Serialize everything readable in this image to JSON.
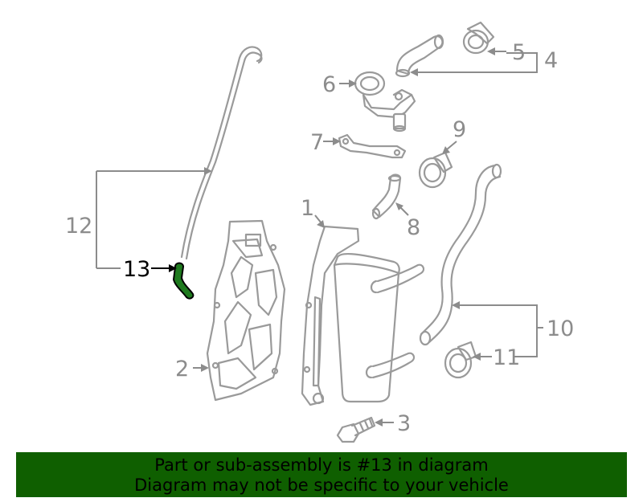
{
  "callouts": {
    "c1": "1",
    "c2": "2",
    "c3": "3",
    "c4": "4",
    "c5": "5",
    "c6": "6",
    "c7": "7",
    "c8": "8",
    "c9": "9",
    "c10": "10",
    "c11": "11",
    "c12": "12",
    "c13": "13"
  },
  "highlight": {
    "part_number": "13",
    "color": "#1e7a1e"
  },
  "banner": {
    "line1": "Part or sub-assembly is #13 in diagram",
    "line2": "Diagram may not be specific to your vehicle",
    "background": "#0f5f00"
  }
}
